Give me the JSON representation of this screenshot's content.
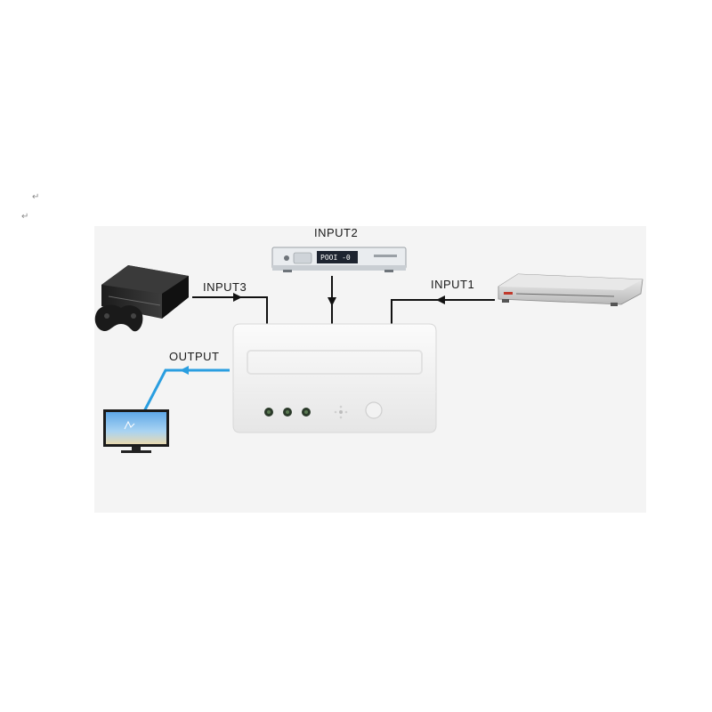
{
  "paragraph_marks": [
    "↵",
    "↵"
  ],
  "labels": {
    "input1": "INPUT1",
    "input2": "INPUT2",
    "input3": "INPUT3",
    "output": "OUTPUT"
  },
  "devices": {
    "set_top_box_display": "POOI -0"
  },
  "colors": {
    "input_lines": "#111111",
    "output_line": "#2a9ee0",
    "panel_background": "#f4f4f4"
  }
}
